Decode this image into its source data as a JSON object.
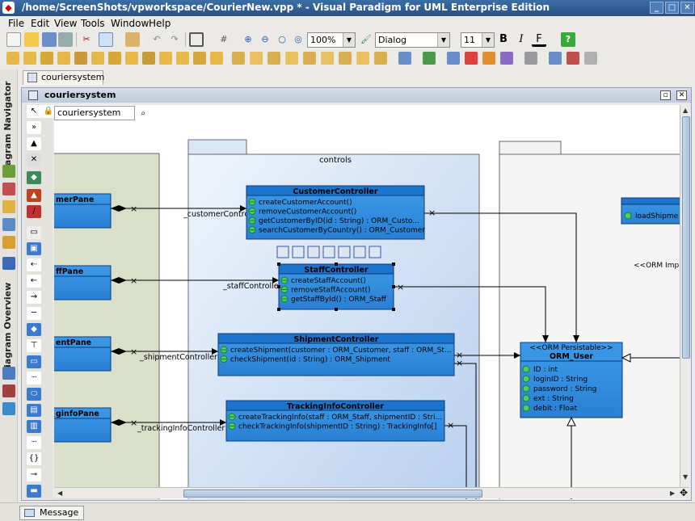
{
  "window": {
    "title": "/home/ScreenShots/vpworkspace/CourierNew.vpp * - Visual Paradigm for UML Enterprise Edition"
  },
  "menu": [
    "File",
    "Edit",
    "View",
    "Tools",
    "Window",
    "Help"
  ],
  "toolbar": {
    "zoom": "100%",
    "font_family": "Dialog",
    "font_size": "11"
  },
  "left_strip": {
    "navigator_label": "Diagram Navigator",
    "overview_label": "Diagram Overview"
  },
  "doc_tab": {
    "label": "couriersystem"
  },
  "diagram_frame": {
    "title": "couriersystem",
    "breadcrumb": "couriersystem"
  },
  "diagram": {
    "packages": [
      {
        "name": "controls"
      }
    ],
    "left_classes": [
      {
        "name": "merPane",
        "assoc": "_customerController"
      },
      {
        "name": "ffPane",
        "assoc": "_staffController"
      },
      {
        "name": "entPane",
        "assoc": "_shipmentController"
      },
      {
        "name": "ginfoPane",
        "assoc": "_trackingInfoController"
      }
    ],
    "controllers": [
      {
        "name": "CustomerController",
        "ops": [
          "createCustomerAccount()",
          "removeCustomerAccount()",
          "getCustomerByID(id : String) : ORM_Custo...",
          "searchCustomerByCountry() : ORM_Customer"
        ]
      },
      {
        "name": "StaffController",
        "ops": [
          "createStaffAccount()",
          "removeStaffAccount()",
          "getStaffById() : ORM_Staff"
        ]
      },
      {
        "name": "ShipmentController",
        "ops": [
          "createShipment(customer : ORM_Customer, staff : ORM_St...",
          "checkShipment(id : String) : ORM_Shipment"
        ]
      },
      {
        "name": "TrackingInfoController",
        "ops": [
          "createTrackingInfo(staff : ORM_Staff, shipmentID : Stri...",
          "checkTrackingInfo(shipmentID : String) : TrackingInfo[]"
        ]
      }
    ],
    "orm_user": {
      "stereotype": "<<ORM Persistable>>",
      "name": "ORM_User",
      "attrs": [
        "ID : int",
        "loginID : String",
        "password : String",
        "ext : String",
        "debit : Float"
      ]
    },
    "right_fragments": {
      "load_op": "loadShipme",
      "impl_label": "<<ORM Impl"
    }
  },
  "status": {
    "message_tab": "Message"
  },
  "colors": {
    "class_fill": "#2f8fe0",
    "class_header": "#1c74cc",
    "package_blue": "#dbe7f6",
    "package_olive": "#d9dfc8",
    "titlebar": "#3a6ea5"
  }
}
